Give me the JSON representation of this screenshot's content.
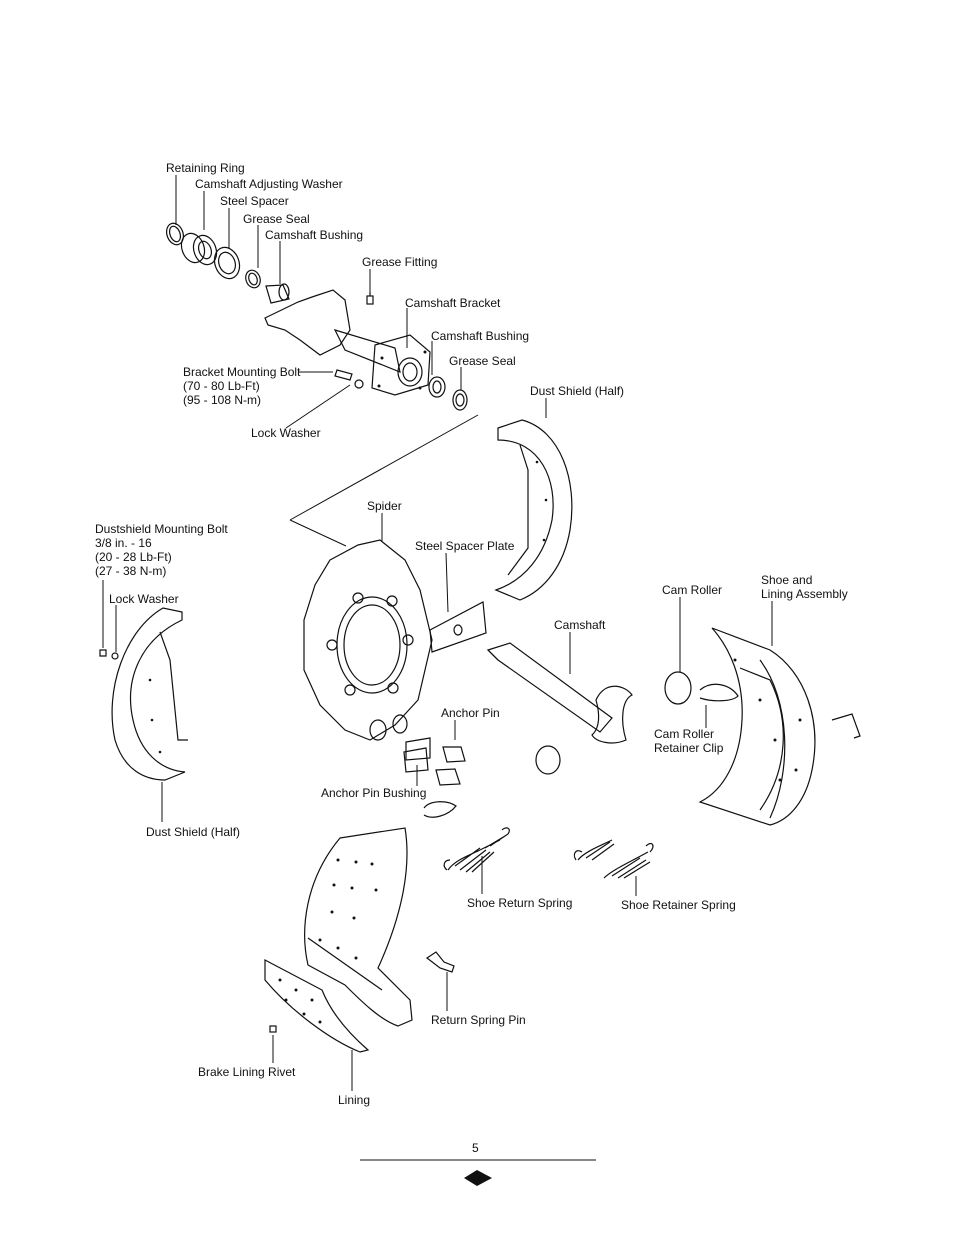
{
  "labels": {
    "retaining_ring": "Retaining Ring",
    "camshaft_adjusting_washer": "Camshaft Adjusting Washer",
    "steel_spacer": "Steel Spacer",
    "grease_seal_top": "Grease Seal",
    "camshaft_bushing_top": "Camshaft Bushing",
    "grease_fitting": "Grease Fitting",
    "camshaft_bracket": "Camshaft Bracket",
    "camshaft_bushing_mid": "Camshaft Bushing",
    "grease_seal_mid": "Grease Seal",
    "bracket_mounting_bolt": "Bracket Mounting Bolt\n(70 - 80 Lb-Ft)\n(95 - 108 N-m)",
    "lock_washer_top": "Lock Washer",
    "dust_shield_half_top": "Dust Shield (Half)",
    "spider": "Spider",
    "steel_spacer_plate": "Steel Spacer Plate",
    "dustshield_mounting_bolt": "Dustshield Mounting Bolt\n3/8 in. - 16\n(20 - 28 Lb-Ft)\n(27 - 38 N-m)",
    "lock_washer_left": "Lock Washer",
    "cam_roller": "Cam Roller",
    "shoe_and_lining_assembly": "Shoe and\nLining Assembly",
    "camshaft": "Camshaft",
    "anchor_pin": "Anchor Pin",
    "cam_roller_retainer_clip": "Cam Roller\nRetainer Clip",
    "anchor_pin_bushing": "Anchor Pin Bushing",
    "dust_shield_half_left": "Dust Shield (Half)",
    "shoe_return_spring": "Shoe Return Spring",
    "shoe_retainer_spring": "Shoe Retainer Spring",
    "return_spring_pin": "Return Spring Pin",
    "brake_lining_rivet": "Brake Lining Rivet",
    "lining": "Lining"
  },
  "footer": {
    "page_number": "5",
    "logo_icon": "diamond-logo-icon"
  }
}
